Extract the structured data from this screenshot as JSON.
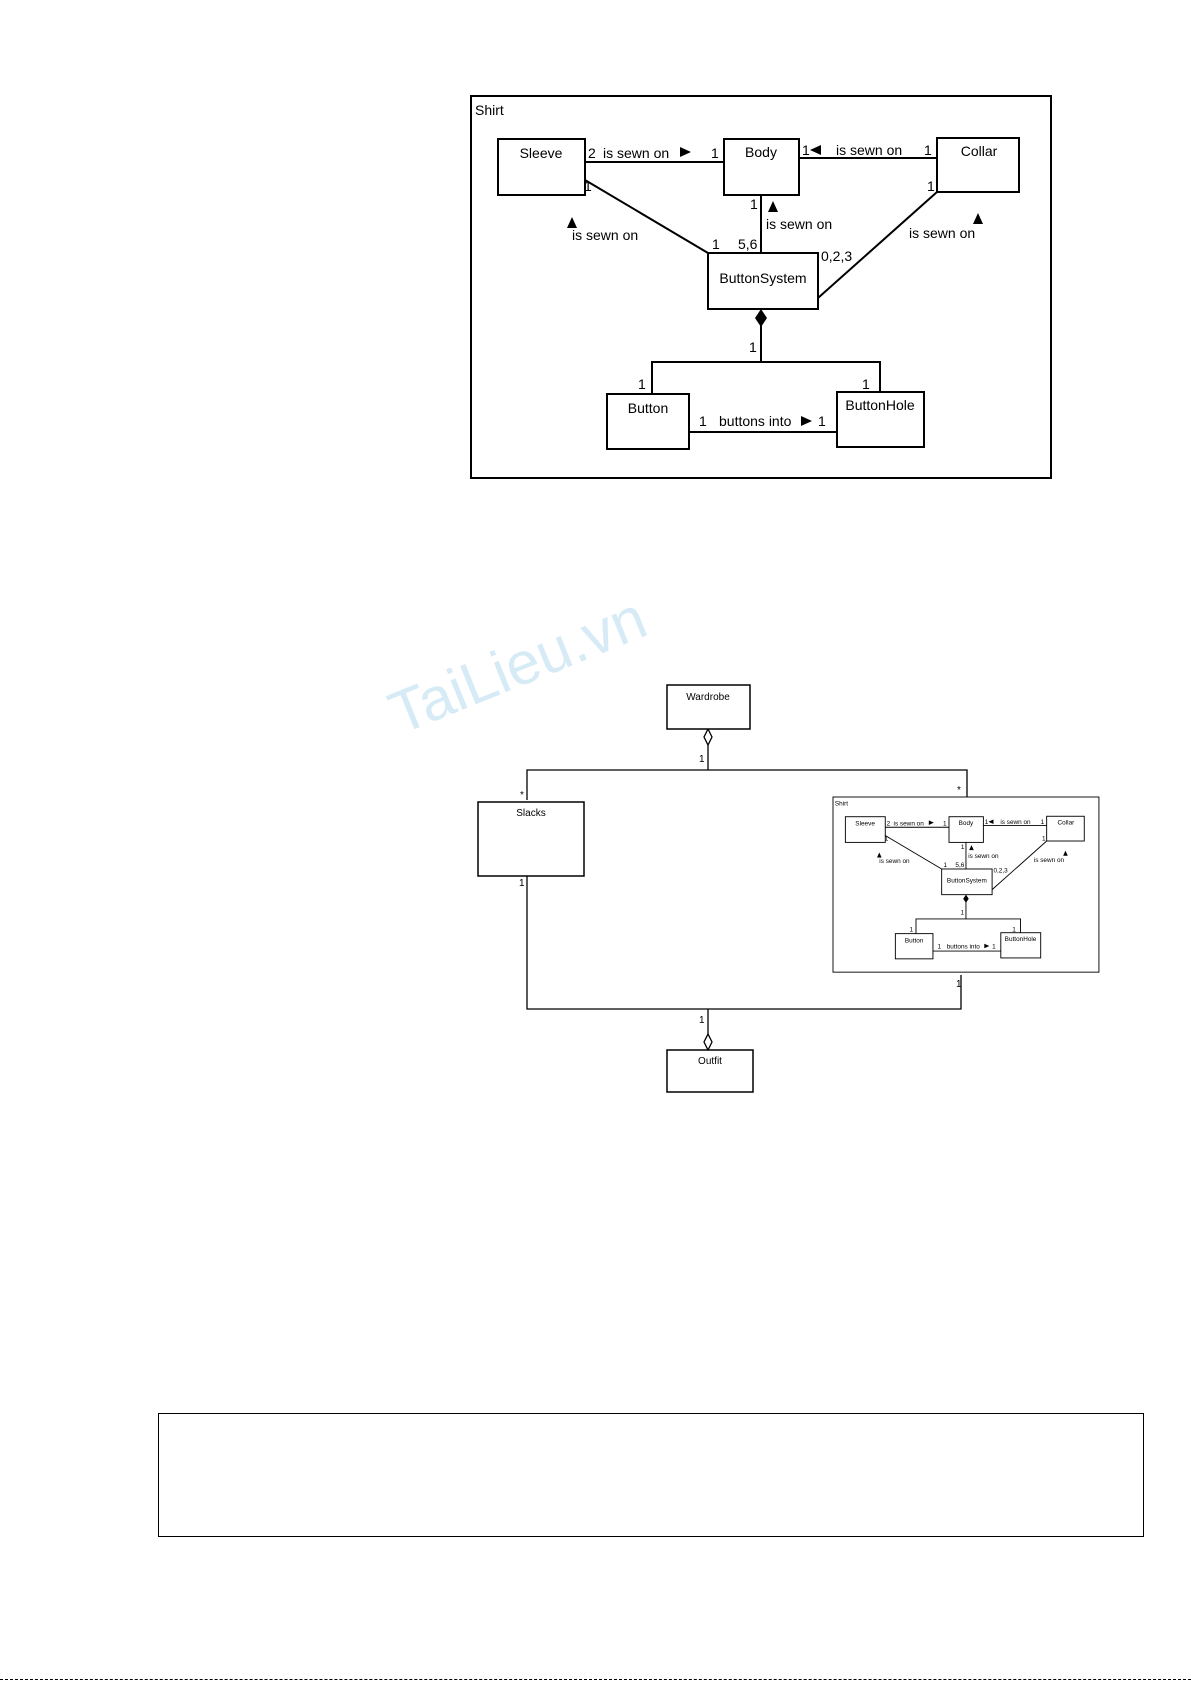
{
  "watermark": "TaiLieu.vn",
  "shirt_diagram": {
    "frame_title": "Shirt",
    "classes": {
      "sleeve": "Sleeve",
      "body": "Body",
      "collar": "Collar",
      "button_system": "ButtonSystem",
      "button": "Button",
      "button_hole": "ButtonHole"
    },
    "labels": {
      "sleeve_body_assoc": "is sewn on",
      "collar_body_assoc": "is sewn on",
      "body_buttonsystem_assoc": "is sewn on",
      "sleeve_buttonsystem_assoc": "is sewn on",
      "collar_buttonsystem_assoc": "is sewn on",
      "button_hole_assoc": "buttons into"
    },
    "multiplicities": {
      "sleeve_to_body": "2",
      "body_from_sleeve": "1",
      "body_from_collar": "1",
      "collar_to_body": "1",
      "sleeve_to_bs": "1",
      "bs_from_sleeve": "1",
      "body_to_bs": "1",
      "bs_from_body": "5,6",
      "bs_from_collar": "0,2,3",
      "collar_to_bs": "1",
      "bs_to_parts": "1",
      "button_from_bs": "1",
      "hole_from_bs": "1",
      "button_to_hole": "1",
      "hole_from_button": "1"
    }
  },
  "wardrobe_diagram": {
    "classes": {
      "wardrobe": "Wardrobe",
      "slacks": "Slacks",
      "outfit": "Outfit"
    },
    "multiplicities": {
      "wardrobe_end": "1",
      "wardrobe_slacks": "*",
      "wardrobe_shirt": "*",
      "outfit_end": "1",
      "outfit_slacks": "1",
      "outfit_shirt": "1"
    }
  },
  "note_text": ""
}
